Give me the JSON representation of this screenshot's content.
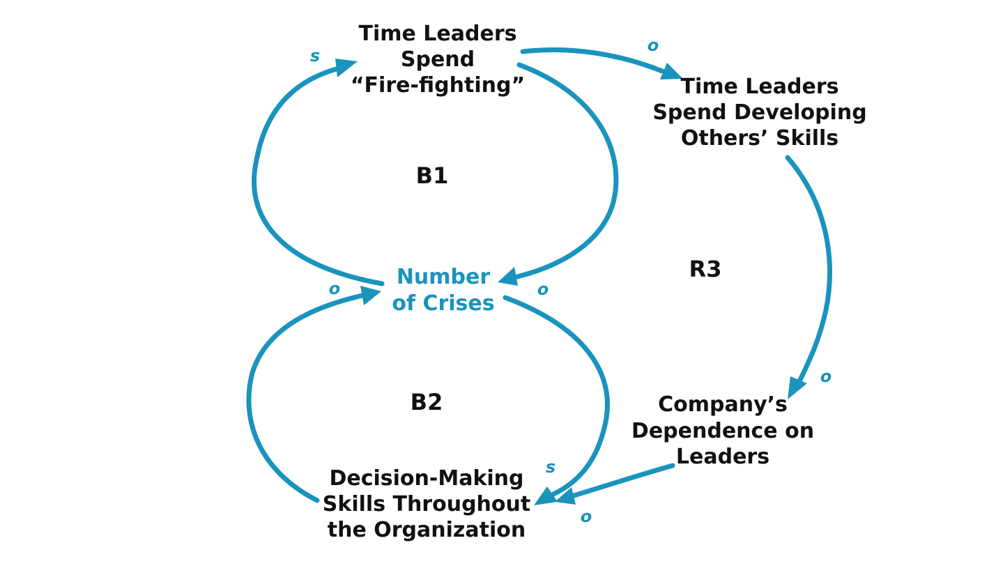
{
  "colors": {
    "arrow": "#1a93bd",
    "text": "#111111",
    "accent_text": "#1a93bd",
    "background": "#ffffff"
  },
  "nodes": {
    "fire_fighting": {
      "lines": [
        "Time Leaders",
        "Spend",
        "“Fire-fighting”"
      ]
    },
    "developing": {
      "lines": [
        "Time Leaders",
        "Spend Developing",
        "Others’ Skills"
      ]
    },
    "crises": {
      "lines": [
        "Number",
        "of Crises"
      ]
    },
    "decision": {
      "lines": [
        "Decision-Making",
        "Skills Throughout",
        "the Organization"
      ]
    },
    "dependence": {
      "lines": [
        "Company’s",
        "Dependence on",
        "Leaders"
      ]
    }
  },
  "loops": {
    "b1": "B1",
    "b2": "B2",
    "r3": "R3"
  },
  "links": [
    {
      "from": "Number of Crises",
      "to": "Time Leaders Spend “Fire-fighting”",
      "polarity": "s"
    },
    {
      "from": "Time Leaders Spend “Fire-fighting”",
      "to": "Number of Crises",
      "polarity": "o"
    },
    {
      "from": "Time Leaders Spend “Fire-fighting”",
      "to": "Time Leaders Spend Developing Others’ Skills",
      "polarity": "o"
    },
    {
      "from": "Time Leaders Spend Developing Others’ Skills",
      "to": "Company’s Dependence on Leaders",
      "polarity": "o"
    },
    {
      "from": "Company’s Dependence on Leaders",
      "to": "Decision-Making Skills Throughout the Organization",
      "polarity": "o"
    },
    {
      "from": "Number of Crises",
      "to": "Decision-Making Skills Throughout the Organization",
      "polarity": "s"
    },
    {
      "from": "Decision-Making Skills Throughout the Organization",
      "to": "Number of Crises",
      "polarity": "o"
    }
  ]
}
